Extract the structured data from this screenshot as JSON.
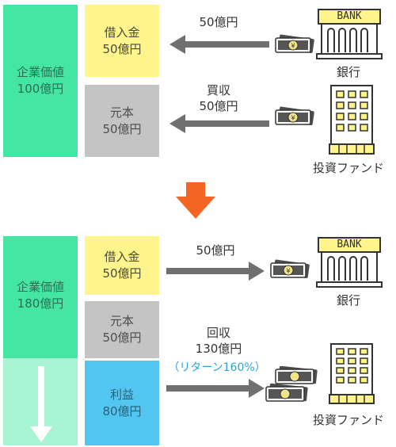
{
  "top": {
    "company_value": [
      "企業価値",
      "100億円"
    ],
    "loan": [
      "借入金",
      "50億円"
    ],
    "principal": [
      "元本",
      "50億円"
    ],
    "bank_flow": "50億円",
    "acquisition": [
      "買収",
      "50億円"
    ],
    "bank_text": "BANK",
    "bank_label": "銀行",
    "fund_label": "投資ファンド"
  },
  "bottom": {
    "company_value": [
      "企業価値",
      "180億円"
    ],
    "loan": [
      "借入金",
      "50億円"
    ],
    "principal": [
      "元本",
      "50億円"
    ],
    "profit": [
      "利益",
      "80億円"
    ],
    "bank_flow": "50億円",
    "recovery": [
      "回収",
      "130億円"
    ],
    "return_note": "（リターン160%）",
    "bank_text": "BANK",
    "bank_label": "銀行",
    "fund_label": "投資ファンド"
  },
  "colors": {
    "green": "#45e6a2",
    "green_light": "#a9f5d3",
    "yellow": "#fff58c",
    "gray": "#c4c4c4",
    "blue": "#53c6f0",
    "orange": "#f26522",
    "arrow_gray": "#707070"
  }
}
